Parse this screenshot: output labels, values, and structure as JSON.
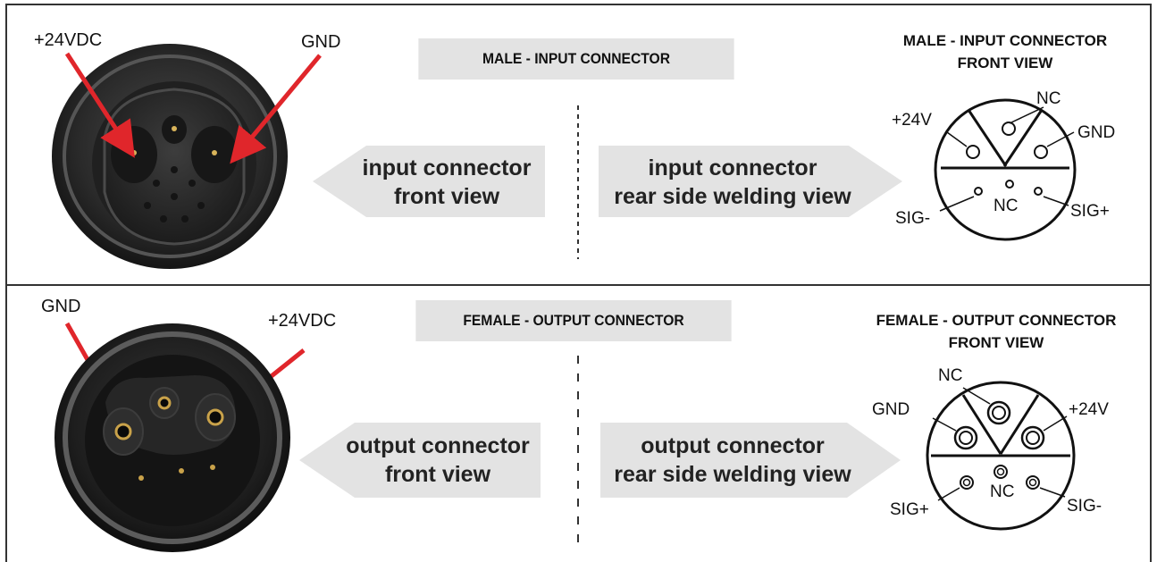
{
  "top": {
    "band_title": "MALE - INPUT CONNECTOR",
    "heading_line1": "MALE - INPUT CONNECTOR",
    "heading_line2": "FRONT VIEW",
    "photo_labels": {
      "left": "+24VDC",
      "right": "GND"
    },
    "arrow_left": {
      "line1": "input connector",
      "line2": "front view"
    },
    "arrow_right": {
      "line1": "input connector",
      "line2": "rear side welding view"
    },
    "pinout": {
      "top": "NC",
      "left_top": "+24V",
      "right_top": "GND",
      "left_bottom": "SIG-",
      "center_bottom": "NC",
      "right_bottom": "SIG+"
    }
  },
  "bottom": {
    "band_title": "FEMALE - OUTPUT CONNECTOR",
    "heading_line1": "FEMALE - OUTPUT CONNECTOR",
    "heading_line2": "FRONT VIEW",
    "photo_labels": {
      "left": "GND",
      "right": "+24VDC"
    },
    "arrow_left": {
      "line1": "output connector",
      "line2": "front view"
    },
    "arrow_right": {
      "line1": "output connector",
      "line2": "rear side welding view"
    },
    "pinout": {
      "top": "NC",
      "left_top": "GND",
      "right_top": "+24V",
      "left_bottom": "SIG+",
      "center_bottom": "NC",
      "right_bottom": "SIG-"
    }
  },
  "colors": {
    "arrow_fill": "#e3e3e3",
    "pointer": "#e0262b",
    "band": "#e3e3e3"
  }
}
